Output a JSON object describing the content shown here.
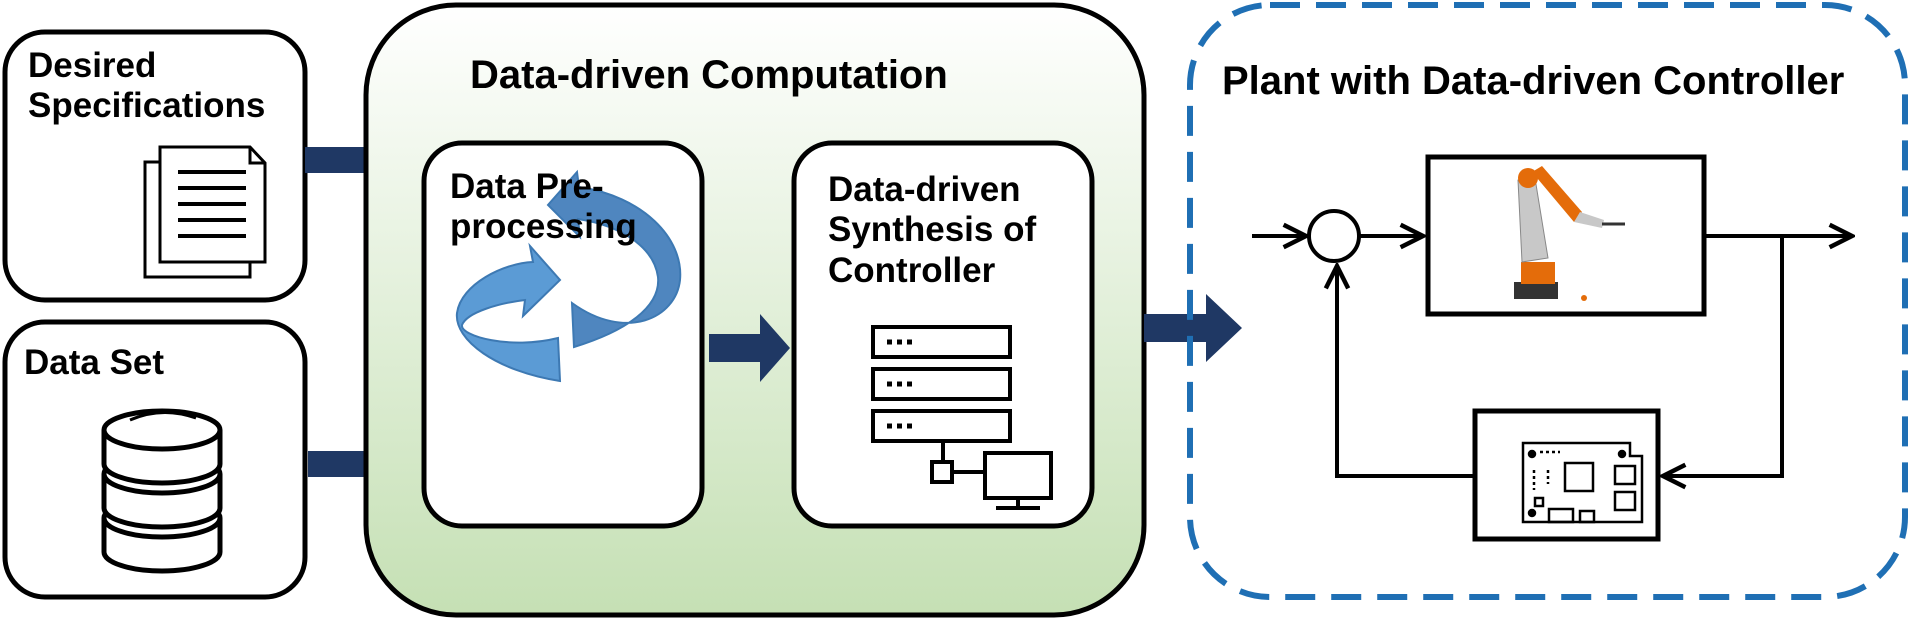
{
  "inputs": {
    "specifications_label": "Desired Specifications",
    "dataset_label": "Data Set"
  },
  "computation": {
    "title": "Data-driven Computation",
    "preprocessing_label": "Data Pre-processing",
    "synthesis_label": "Data-driven Synthesis of Controller"
  },
  "plant": {
    "title": "Plant with Data-driven Controller"
  },
  "colors": {
    "arrow": "#1f3864",
    "dashed_border": "#1f6fb4",
    "cycle_blue": "#5b9bd5",
    "green_bottom": "#c5e0b4",
    "robot_orange": "#e46c0a"
  }
}
